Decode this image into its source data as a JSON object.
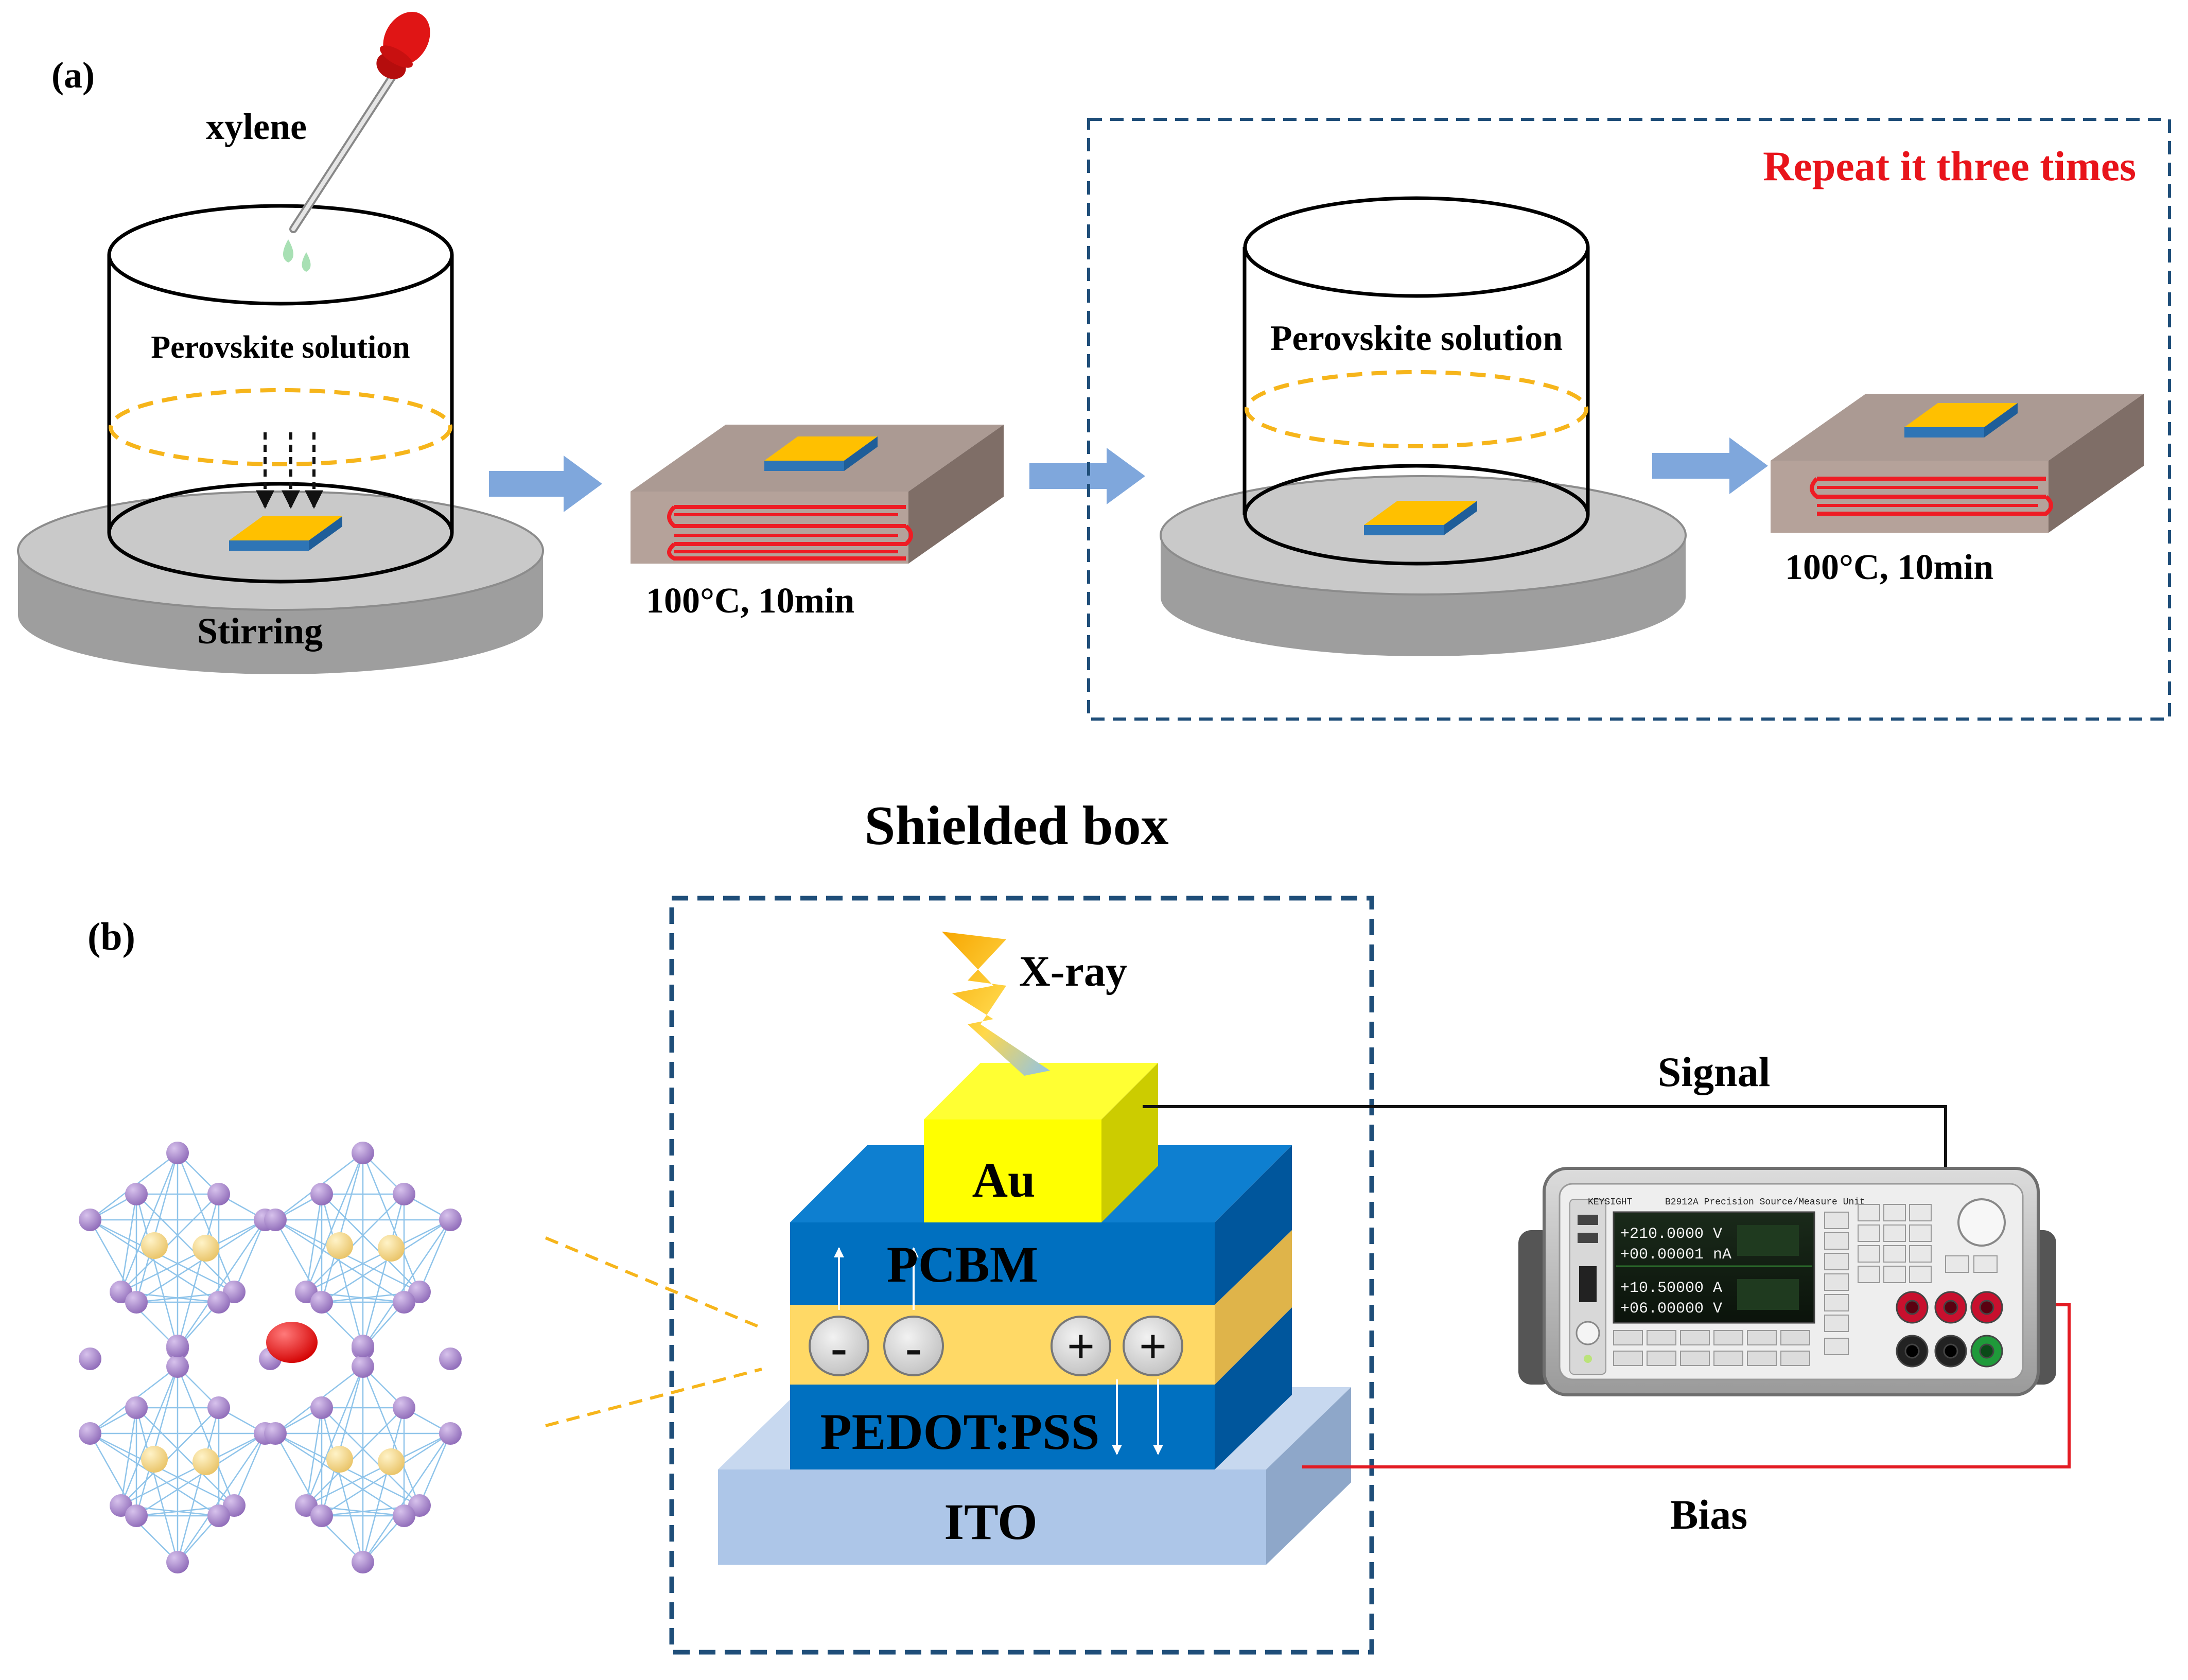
{
  "panel_a": {
    "label": "(a)",
    "xylene": "xylene",
    "solution_1": "Perovskite solution",
    "stirring": "Stirring",
    "anneal_1": "100°C, 10min",
    "repeat": "Repeat it three times",
    "solution_2": "Perovskite solution",
    "anneal_2": "100°C, 10min"
  },
  "panel_b": {
    "label": "(b)",
    "shielded_box": "Shielded box",
    "xray": "X-ray",
    "au": "Au",
    "pcbm": "PCBM",
    "pedot": "PEDOT:PSS",
    "ito": "ITO",
    "minus": "-",
    "plus": "+",
    "signal": "Signal",
    "bias": "Bias"
  },
  "instrument": {
    "brand": "KEYSIGHT",
    "model": "B2912A  Precision Source/Measure Unit",
    "readout_1": "+210.0000  V",
    "readout_2": "+00.00001 nA",
    "readout_3": "+10.50000  A",
    "readout_4": "+06.00000  V"
  },
  "colors": {
    "arrow_blue": "#7fa7dc",
    "dashed_blue": "#1f4e79",
    "repeat_red": "#e8141b",
    "heater_red": "#ee1c24",
    "au_yellow": "#ffff00",
    "layer_blue": "#0070c0",
    "perovskite_yellow": "#ffd966",
    "ito_blue": "#adc6e8",
    "hotplate": "#b5a29a",
    "stage_grey": "#a6a6a6"
  }
}
